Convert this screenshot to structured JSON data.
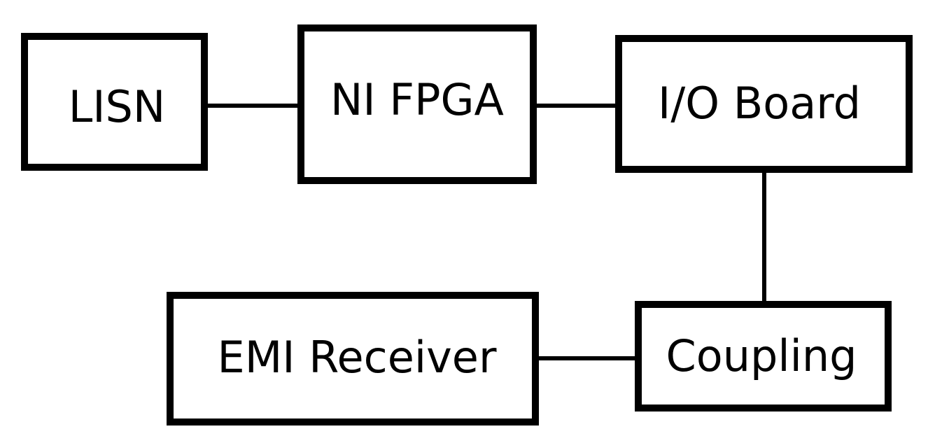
{
  "diagram": {
    "nodes": [
      {
        "id": "lisn",
        "label": "LISN"
      },
      {
        "id": "ni_fpga",
        "label": "NI FPGA"
      },
      {
        "id": "io_board",
        "label": "I/O Board"
      },
      {
        "id": "coupling",
        "label": "Coupling"
      },
      {
        "id": "emi_receiver",
        "label": "EMI Receiver"
      }
    ],
    "edges": [
      {
        "from": "lisn",
        "to": "ni_fpga"
      },
      {
        "from": "ni_fpga",
        "to": "io_board"
      },
      {
        "from": "io_board",
        "to": "coupling"
      },
      {
        "from": "coupling",
        "to": "emi_receiver"
      }
    ],
    "colors": {
      "stroke": "#000000",
      "background": "#ffffff"
    }
  }
}
